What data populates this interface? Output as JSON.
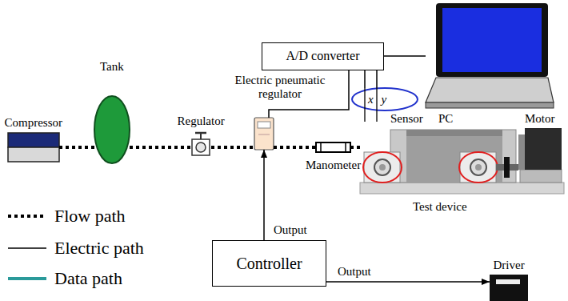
{
  "diagram": {
    "nodes": [
      {
        "text": [
          "A/D converter"
        ]
      },
      {
        "text": [
          "PC"
        ]
      },
      {
        "text": [
          "Compressor"
        ]
      },
      {
        "text": [
          "Tank"
        ]
      },
      {
        "text": [
          "Regulator"
        ]
      },
      {
        "text": [
          "Electric pneumatic regulator"
        ]
      },
      {
        "text": [
          "Manometer"
        ]
      },
      {
        "text": [
          "Sensor"
        ]
      },
      {
        "text": [
          "Test device"
        ]
      },
      {
        "text": [
          "Motor"
        ]
      },
      {
        "text": [
          "Controller"
        ]
      },
      {
        "text": [
          "Driver"
        ]
      }
    ],
    "edges": [
      {
        "from": 2,
        "to": 3,
        "arrow": "none"
      },
      {
        "from": 3,
        "to": 4,
        "arrow": "none"
      },
      {
        "from": 4,
        "to": 5,
        "arrow": "none"
      },
      {
        "from": 5,
        "to": 6,
        "arrow": "none"
      },
      {
        "from": 6,
        "to": 8,
        "arrow": "none"
      },
      {
        "from": 5,
        "to": 0,
        "arrow": "none"
      },
      {
        "from": 7,
        "to": 0,
        "arrow": "none"
      },
      {
        "from": 0,
        "to": 1,
        "arrow": "none"
      },
      {
        "from": 10,
        "to": 5,
        "label": "Output",
        "arrow": "to"
      },
      {
        "from": 10,
        "to": 11,
        "label": "Output",
        "arrow": "to"
      }
    ],
    "labels": [
      "x",
      "y"
    ],
    "legend": [
      {
        "text": "Flow path"
      },
      {
        "text": "Electric path"
      },
      {
        "text": "Data path"
      }
    ]
  }
}
